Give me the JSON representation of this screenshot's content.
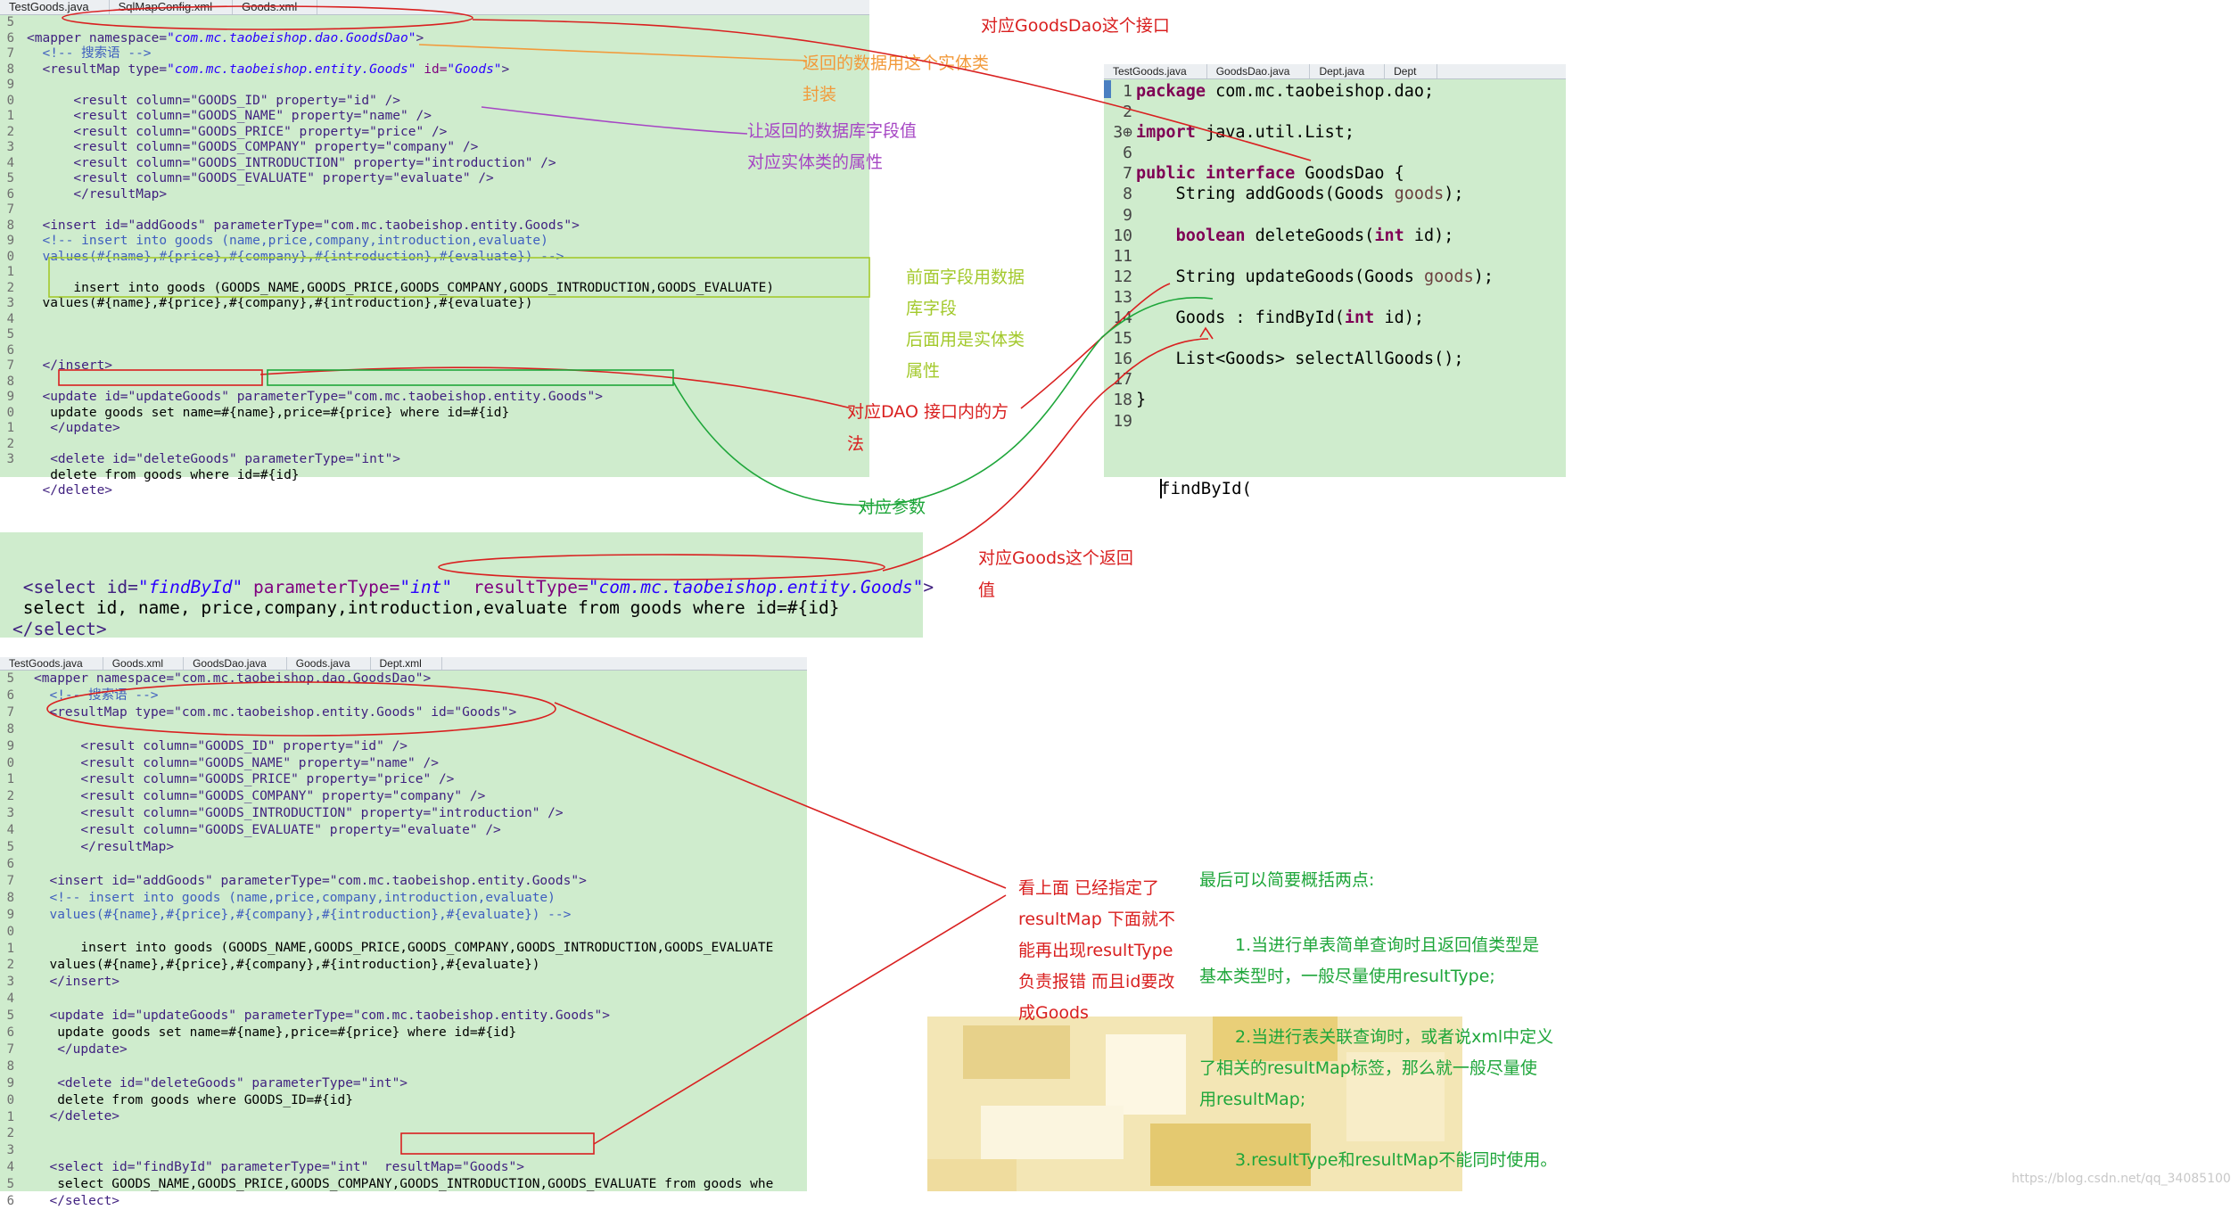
{
  "panel1": {
    "tabs": [
      "TestGoods.java",
      "SqlMapConfig.xml",
      "Goods.xml"
    ],
    "line_numbers": "5\n6\n7\n8\n9\n0\n1\n2\n3\n4\n5\n6\n7\n8\n9\n0\n1\n2\n3\n4\n5\n6\n7\n8\n9\n0\n1\n2\n3",
    "code": {
      "l1a": "<mapper namespace=",
      "l1b": "\"com.mc.taobeishop.dao.GoodsDao\"",
      "l1c": ">",
      "l2": "  <!-- 搜索语 -->",
      "l3a": "  <resultMap type=",
      "l3b": "\"com.mc.taobeishop.entity.Goods\"",
      "l3c": " id=",
      "l3d": "\"Goods\"",
      "l3e": ">",
      "r1": "      <result column=\"GOODS_ID\" property=\"id\" />",
      "r2": "      <result column=\"GOODS_NAME\" property=\"name\" />",
      "r3": "      <result column=\"GOODS_PRICE\" property=\"price\" />",
      "r4": "      <result column=\"GOODS_COMPANY\" property=\"company\" />",
      "r5": "      <result column=\"GOODS_INTRODUCTION\" property=\"introduction\" />",
      "r6": "      <result column=\"GOODS_EVALUATE\" property=\"evaluate\" />",
      "r7": "      </resultMap>",
      "i1": "  <insert id=\"addGoods\" parameterType=\"com.mc.taobeishop.entity.Goods\">",
      "i2": "  <!-- insert into goods (name,price,company,introduction,evaluate)",
      "i3": "  values(#{name},#{price},#{company},#{introduction},#{evaluate}) -->",
      "i4": "      insert into goods (GOODS_NAME,GOODS_PRICE,GOODS_COMPANY,GOODS_INTRODUCTION,GOODS_EVALUATE)",
      "i5": "  values(#{name},#{price},#{company},#{introduction},#{evaluate})",
      "i6": "  </insert>",
      "u1": "  <update id=\"updateGoods\" parameterType=\"com.mc.taobeishop.entity.Goods\">",
      "u2": "   update goods set name=#{name},price=#{price} where id=#{id}",
      "u3": "   </update>",
      "d1": "   <delete id=\"deleteGoods\" parameterType=\"int\">",
      "d2": "   delete from goods where id=#{id}",
      "d3": "  </delete>"
    }
  },
  "panel2": {
    "tabs": [
      "TestGoods.java",
      "GoodsDao.java",
      "Dept.java",
      "Dept"
    ],
    "line_numbers": [
      "1",
      "2",
      "3⊕",
      "6",
      "7",
      "8",
      "9",
      "10",
      "11",
      "12",
      "13",
      "14",
      "15",
      "16",
      "17",
      "18",
      "19"
    ],
    "lines": [
      "package com.mc.taobeishop.dao;",
      "",
      "import java.util.List;",
      "",
      "public interface GoodsDao {",
      "    String addGoods(Goods goods);",
      "",
      "    boolean deleteGoods(int id);",
      "",
      "    String updateGoods(Goods goods);",
      "",
      "    Goods : findById(int id);",
      "",
      "    List<Goods> selectAllGoods();",
      "",
      "}",
      ""
    ],
    "cursor_text": "findById("
  },
  "snippet": {
    "l1a": "<select id=",
    "l1b": "\"findById\"",
    "l1c": " parameterType=",
    "l1d": "\"int\"",
    "l1e": "  resultType=",
    "l1f": "\"com.mc.taobeishop.entity.Goods\"",
    "l1g": ">",
    "l2": " select id, name, price,company,introduction,evaluate from goods where id=#{id}",
    "l3": "</select>"
  },
  "panel3": {
    "tabs": [
      "TestGoods.java",
      "Goods.xml",
      "GoodsDao.java",
      "Goods.java",
      "Dept.xml"
    ],
    "line_numbers": "5\n6\n7\n8\n9\n0\n1\n2\n3\n4\n5\n6\n7\n8\n9\n0\n1\n2\n3\n4\n5\n6\n7\n8\n9\n0\n1\n2\n3\n4\n5\n6",
    "code": [
      "<mapper namespace=\"com.mc.taobeishop.dao.GoodsDao\">",
      "  <!-- 搜索语 -->",
      "  <resultMap type=\"com.mc.taobeishop.entity.Goods\" id=\"Goods\">",
      "",
      "      <result column=\"GOODS_ID\" property=\"id\" />",
      "      <result column=\"GOODS_NAME\" property=\"name\" />",
      "      <result column=\"GOODS_PRICE\" property=\"price\" />",
      "      <result column=\"GOODS_COMPANY\" property=\"company\" />",
      "      <result column=\"GOODS_INTRODUCTION\" property=\"introduction\" />",
      "      <result column=\"GOODS_EVALUATE\" property=\"evaluate\" />",
      "      </resultMap>",
      "",
      "  <insert id=\"addGoods\" parameterType=\"com.mc.taobeishop.entity.Goods\">",
      "  <!-- insert into goods (name,price,company,introduction,evaluate)",
      "  values(#{name},#{price},#{company},#{introduction},#{evaluate}) -->",
      "",
      "      insert into goods (GOODS_NAME,GOODS_PRICE,GOODS_COMPANY,GOODS_INTRODUCTION,GOODS_EVALUATE",
      "  values(#{name},#{price},#{company},#{introduction},#{evaluate})",
      "  </insert>",
      "",
      "  <update id=\"updateGoods\" parameterType=\"com.mc.taobeishop.entity.Goods\">",
      "   update goods set name=#{name},price=#{price} where id=#{id}",
      "   </update>",
      "",
      "   <delete id=\"deleteGoods\" parameterType=\"int\">",
      "   delete from goods where GOODS_ID=#{id}",
      "  </delete>",
      "",
      "",
      "  <select id=\"findById\" parameterType=\"int\"  resultMap=\"Goods\">",
      "   select GOODS_NAME,GOODS_PRICE,GOODS_COMPANY,GOODS_INTRODUCTION,GOODS_EVALUATE from goods whe",
      "  </select>"
    ]
  },
  "annotations": {
    "dao_interface": "对应GoodsDao这个接口",
    "entity_wrap": "返回的数据用这个实体类\n封装",
    "db_to_property": "让返回的数据库字段值\n对应实体类的属性",
    "fields": "前面字段用数据\n库字段\n后面用是实体类\n属性",
    "dao_method": "对应DAO 接口内的方\n法",
    "param": "对应参数",
    "return_value": "对应Goods这个返回\n值",
    "resultmap_note": "看上面 已经指定了\nresultMap  下面就不\n能再出现resultType\n负责报错 而且id要改\n成Goods",
    "summary_title": "最后可以简要概括两点:",
    "summary_1": "1.当进行单表简单查询时且返回值类型是\n基本类型时，一般尽量使用resultType;",
    "summary_2": "2.当进行表关联查询时，或者说xml中定义\n了相关的resultMap标签，那么就一般尽量使\n用resultMap;",
    "summary_3": "3.resultType和resultMap不能同时使用。"
  },
  "watermark": "https://blog.csdn.net/qq_34085100",
  "colors": {
    "editor_bg": "#cfeccd",
    "annotation_red": "#d92020",
    "annotation_green": "#1ea63a",
    "annotation_orange": "#f29a3b",
    "annotation_purple": "#a646c4"
  }
}
